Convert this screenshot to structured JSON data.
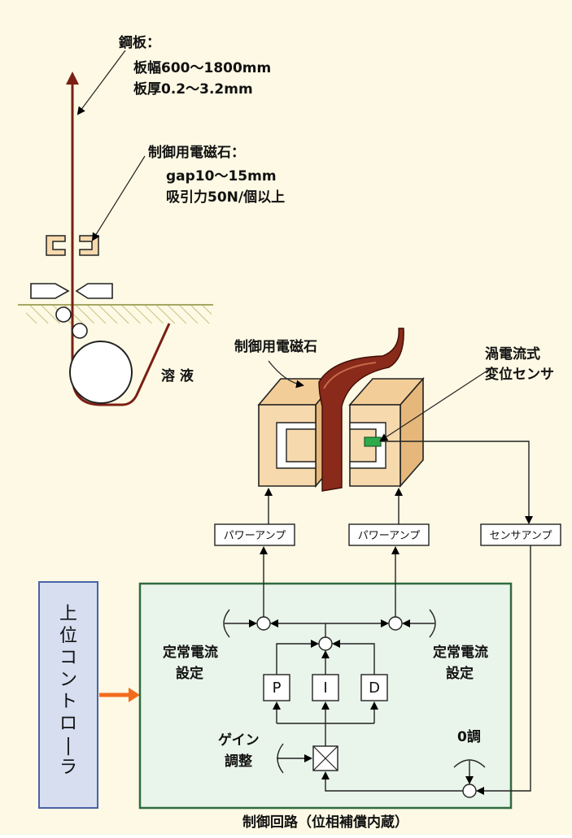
{
  "colors": {
    "background": "#fdf9e4",
    "strip": "#7a1f14",
    "magnet_fill": "#f6d9ad",
    "panel_fill": "#e9f4ea",
    "panel_border": "#2f6b3f",
    "controller_fill": "#d6def0",
    "controller_border": "#4a63a6",
    "orange_arrow": "#f26b1d",
    "sensor_green": "#2eaa4b"
  },
  "labels": {
    "steel_title": "鋼板：",
    "steel_width": "板幅600～1800mm",
    "steel_thickness": "板厚0.2～3.2mm",
    "magnet_title": "制御用電磁石：",
    "magnet_gap": "gap10～15mm",
    "magnet_force": "吸引力50N/個以上",
    "solution": "溶 液",
    "magnet_3d": "制御用電磁石",
    "sensor_line1": "渦電流式",
    "sensor_line2": "変位センサ",
    "power_amp_left": "パワーアンプ",
    "power_amp_right": "パワーアンプ",
    "sensor_amp": "センサアンプ",
    "controller_vertical": "上位コントローラ",
    "const_current_left_1": "定常電流",
    "const_current_left_2": "設定",
    "const_current_right_1": "定常電流",
    "const_current_right_2": "設定",
    "p": "P",
    "i": "I",
    "d": "D",
    "gain_1": "ゲイン",
    "gain_2": "調整",
    "zero_adj": "0調",
    "control_circuit": "制御回路（位相補償内蔵）"
  },
  "icons": {
    "gain_block": "multiplier-box-icon",
    "summing": "summing-junction-icon",
    "knob": "adjust-knob-icon"
  }
}
